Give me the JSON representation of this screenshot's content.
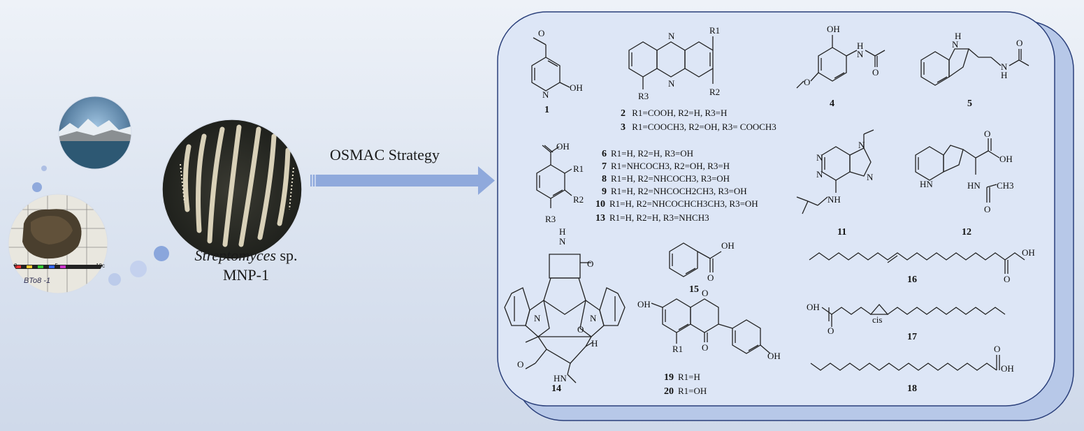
{
  "left": {
    "strain_italic": "Streptomyces",
    "strain_sp": " sp.",
    "strain_id": "MNP-1",
    "label_photo": "BTo8 -1",
    "ruler_ticks": [
      "0",
      "5",
      "10c"
    ]
  },
  "arrow": {
    "label": "OSMAC Strategy"
  },
  "compounds": {
    "c1": "1",
    "c2": "2",
    "c3": "3",
    "c4": "4",
    "c5": "5",
    "c11": "11",
    "c12": "12",
    "c14": "14",
    "c15": "15",
    "c16": "16",
    "c17": "17",
    "c18": "18"
  },
  "subst": {
    "phenazine": [
      {
        "n": "2",
        "t": "R1=COOH, R2=H, R3=H"
      },
      {
        "n": "3",
        "t": "R1=COOCH3,  R2=OH,  R3= COOCH3"
      }
    ],
    "benzoic": [
      {
        "n": "6",
        "t": "R1=H,  R2=H, R3=OH"
      },
      {
        "n": "7",
        "t": "R1=NHCOCH3, R2=OH, R3=H"
      },
      {
        "n": "8",
        "t": "R1=H, R2=NHCOCH3, R3=OH"
      },
      {
        "n": "9",
        "t": "R1=H, R2=NHCOCH2CH3, R3=OH"
      },
      {
        "n": "10",
        "t": "R1=H, R2=NHCOCHCH3CH3, R3=OH"
      },
      {
        "n": "13",
        "t": "R1=H, R2=H, R3=NHCH3"
      }
    ],
    "isoflavone": [
      {
        "n": "19",
        "t": "R1=H"
      },
      {
        "n": "20",
        "t": "R1=OH"
      }
    ]
  },
  "atoms": {
    "oh": "OH",
    "h": "H",
    "n": "N",
    "o": "O",
    "hn": "HN",
    "nh": "NH",
    "ch3": "CH3",
    "cis": "cis",
    "r1": "R1",
    "r2": "R2",
    "r3": "R3"
  },
  "colors": {
    "panel": "#dde6f6",
    "panel_shadow": "#b7c8e8",
    "panel_border": "#2a3f7a",
    "arrow": "#8fa9dc",
    "bubble": "#8aa6dc"
  }
}
